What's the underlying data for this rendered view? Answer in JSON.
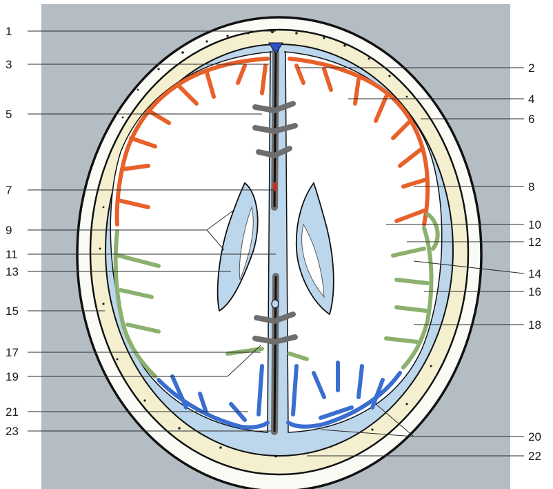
{
  "figure": {
    "background_color": "#b4bcc4",
    "scalp_color": "#fbfbf6",
    "bone_color": "#f3efcf",
    "csf_color": "#bcd6ec",
    "white_matter_color": "#ffffff",
    "frontal_cortex_color": "#e8602a",
    "parietal_cortex_color": "#8cb06e",
    "occipital_cortex_color": "#3a6fd0",
    "falx_cortex_color": "#6e6e6e",
    "left_labels": [
      "1",
      "3",
      "5",
      "7",
      "9",
      "11",
      "13",
      "15",
      "17",
      "19",
      "21",
      "23"
    ],
    "right_labels": [
      "2",
      "4",
      "6",
      "8",
      "10",
      "12",
      "14",
      "16",
      "18",
      "20",
      "22"
    ]
  }
}
